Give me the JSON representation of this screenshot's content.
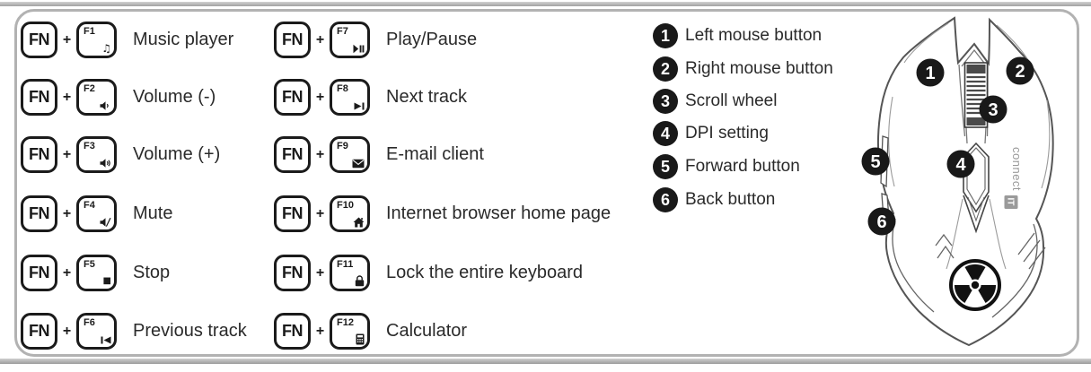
{
  "shortcuts": {
    "modifier_label": "FN",
    "plus_sign": "+",
    "items": [
      {
        "key": "F1",
        "icon": "music-note-icon",
        "label": "Music player"
      },
      {
        "key": "F2",
        "icon": "volume-down-icon",
        "label": "Volume (-)"
      },
      {
        "key": "F3",
        "icon": "volume-up-icon",
        "label": "Volume (+)"
      },
      {
        "key": "F4",
        "icon": "mute-icon",
        "label": "Mute"
      },
      {
        "key": "F5",
        "icon": "stop-icon",
        "label": "Stop"
      },
      {
        "key": "F6",
        "icon": "previous-track-icon",
        "label": "Previous track"
      },
      {
        "key": "F7",
        "icon": "play-pause-icon",
        "label": "Play/Pause"
      },
      {
        "key": "F8",
        "icon": "next-track-icon",
        "label": "Next track"
      },
      {
        "key": "F9",
        "icon": "email-icon",
        "label": "E-mail client"
      },
      {
        "key": "F10",
        "icon": "home-icon",
        "label": "Internet browser home page"
      },
      {
        "key": "F11",
        "icon": "lock-icon",
        "label": "Lock the entire keyboard"
      },
      {
        "key": "F12",
        "icon": "calculator-icon",
        "label": "Calculator"
      }
    ],
    "glyphs": {
      "music": "♫",
      "stop": "■"
    }
  },
  "mouse_legend": {
    "items": [
      {
        "num": "1",
        "label": "Left mouse button"
      },
      {
        "num": "2",
        "label": "Right mouse button"
      },
      {
        "num": "3",
        "label": "Scroll wheel"
      },
      {
        "num": "4",
        "label": "DPI setting"
      },
      {
        "num": "5",
        "label": "Forward button"
      },
      {
        "num": "6",
        "label": "Back button"
      }
    ]
  },
  "mouse": {
    "callouts": [
      "1",
      "2",
      "3",
      "4",
      "5",
      "6"
    ],
    "brand_text": "connect",
    "brand_mark": "IT"
  },
  "colors": {
    "ink": "#1b1b1b",
    "panel_border": "#b2b2b2",
    "divider_bar": "#b0b0b0",
    "mouse_outline": "#555555",
    "brand_gray": "#9a9a9a"
  }
}
